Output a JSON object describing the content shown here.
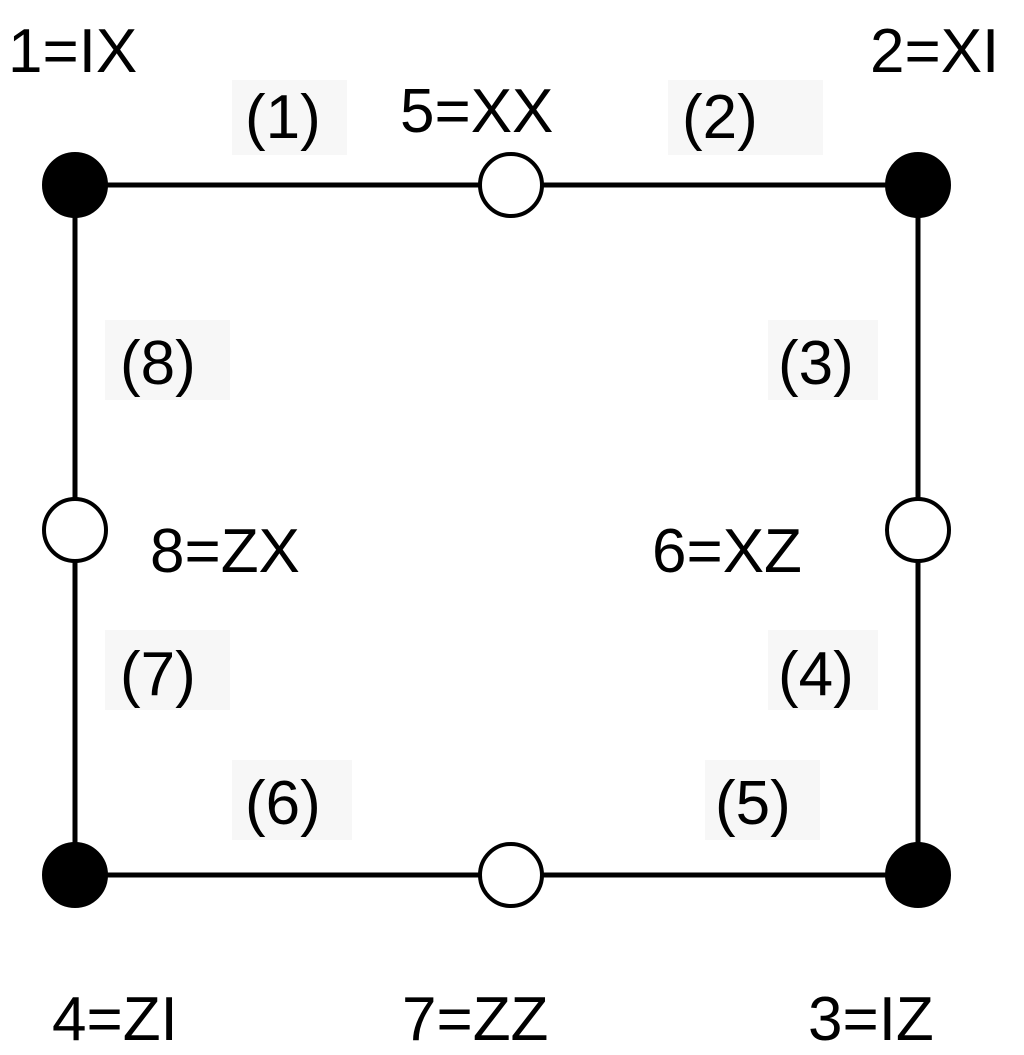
{
  "colors": {
    "edge": "#000000",
    "filled_node": "#000000",
    "open_node": "#ffffff",
    "background": "#ffffff"
  },
  "nodes": {
    "n1": "1=IX",
    "n2": "2=XI",
    "n3": "3=IZ",
    "n4": "4=ZI",
    "n5": "5=XX",
    "n6": "6=XZ",
    "n7": "7=ZZ",
    "n8": "8=ZX"
  },
  "edges": {
    "e1": "(1)",
    "e2": "(2)",
    "e3": "(3)",
    "e4": "(4)",
    "e5": "(5)",
    "e6": "(6)",
    "e7": "(7)",
    "e8": "(8)"
  }
}
